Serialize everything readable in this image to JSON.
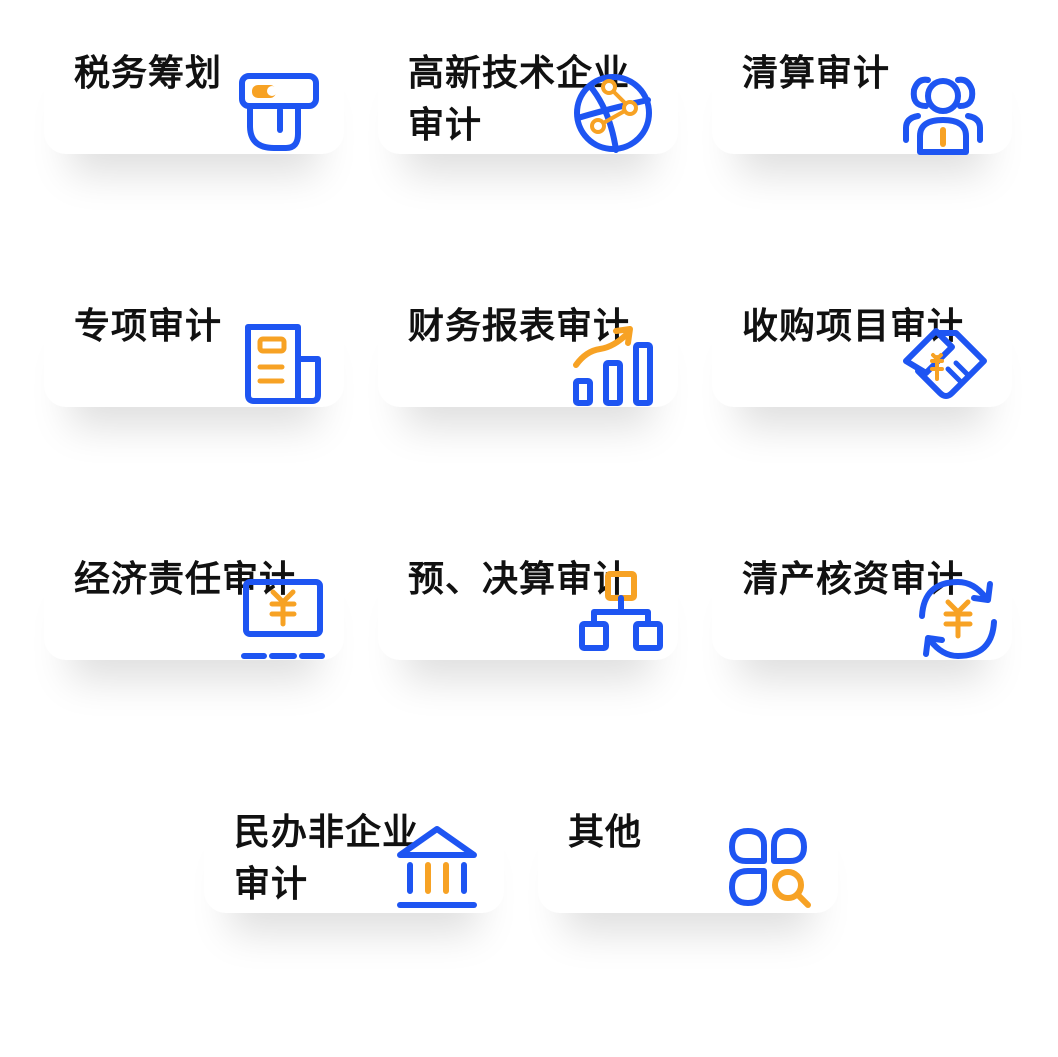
{
  "colors": {
    "blue": "#1e55f2",
    "orange": "#f7a224",
    "text": "#111111"
  },
  "services": [
    {
      "label": "税务筹划",
      "icon": "payment-card-hand-icon"
    },
    {
      "label": "高新技术企业审计",
      "icon": "globe-network-icon"
    },
    {
      "label": "清算审计",
      "icon": "people-group-icon"
    },
    {
      "label": "专项审计",
      "icon": "document-report-icon"
    },
    {
      "label": "财务报表审计",
      "icon": "bar-chart-growth-icon"
    },
    {
      "label": "收购项目审计",
      "icon": "handshake-money-icon"
    },
    {
      "label": "经济责任审计",
      "icon": "monitor-yuan-icon"
    },
    {
      "label": "预、决算审计",
      "icon": "org-hierarchy-icon"
    },
    {
      "label": "清产核资审计",
      "icon": "yuan-cycle-icon"
    },
    {
      "label": "民办非企业审计",
      "icon": "institution-building-icon"
    },
    {
      "label": "其他",
      "icon": "apps-search-icon"
    }
  ]
}
